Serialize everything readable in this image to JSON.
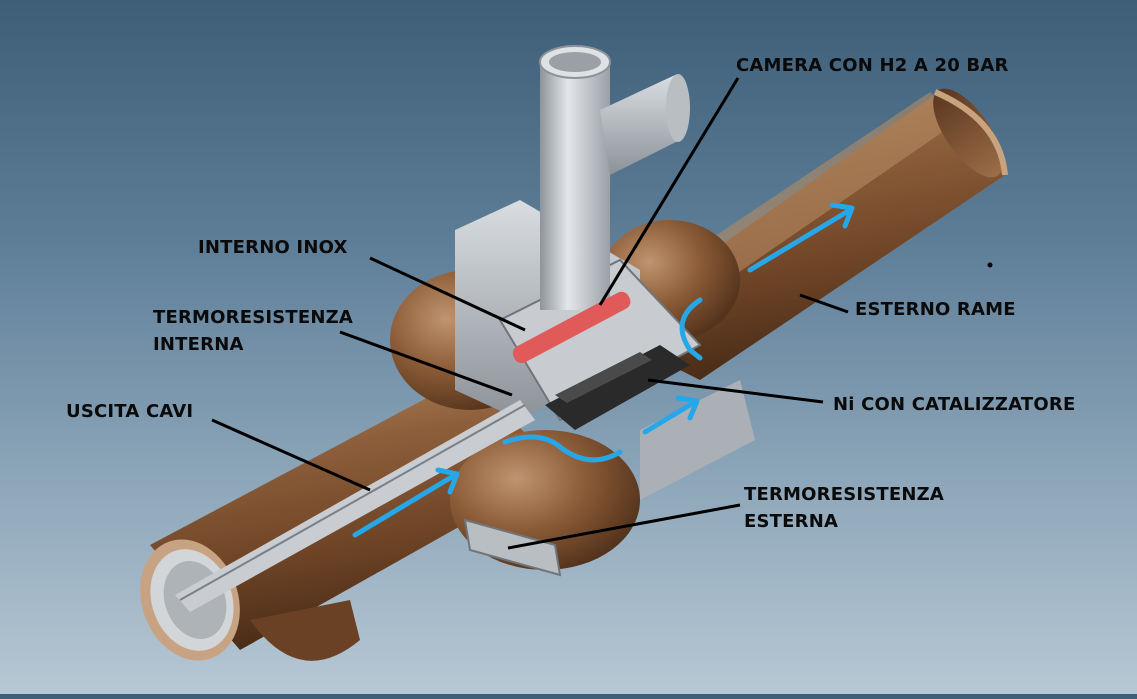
{
  "labels": {
    "camera": "CAMERA CON H2 A 20 BAR",
    "interno_inox": "INTERNO INOX",
    "termo_interna_line1": "TERMORESISTENZA",
    "termo_interna_line2": "INTERNA",
    "uscita_cavi": "USCITA CAVI",
    "esterno_rame": "ESTERNO RAME",
    "ni_catalizzatore": "Ni CON CATALIZZATORE",
    "termo_esterna_line1": "TERMORESISTENZA",
    "termo_esterna_line2": "ESTERNA"
  },
  "colors": {
    "copper": "#8a5a36",
    "steel": "#b7bcc2",
    "heater": "#e05a5a",
    "flow_arrow": "#27a6e8",
    "leader_line": "#000000"
  }
}
